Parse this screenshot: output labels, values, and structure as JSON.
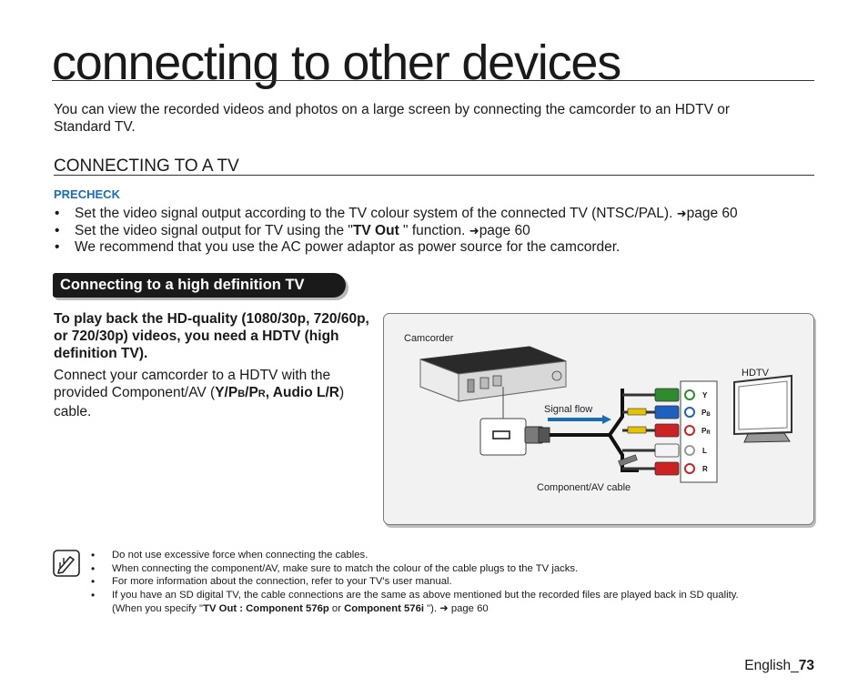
{
  "page": {
    "title": "connecting to other devices",
    "intro": "You can view the recorded videos and photos on a large screen by connecting the camcorder to an HDTV or Standard TV.",
    "section_heading": "CONNECTING TO A TV",
    "precheck_label": "PRECHECK"
  },
  "precheck_items": [
    {
      "text": "Set the video signal output according to the TV colour system of the connected TV (NTSC/PAL).",
      "page_ref": "page 60"
    },
    {
      "text_before": "Set the video signal output for TV using the \"",
      "bold": "TV Out",
      "text_after": " \" function.",
      "page_ref": "page 60"
    },
    {
      "text": "We recommend that you use the AC power adaptor as power source for the camcorder."
    }
  ],
  "hd_section": {
    "badge": "Connecting to a high definition TV",
    "intro_bold": "To play back the HD-quality (1080/30p, 720/60p, or 720/30p) videos, you need a HDTV (high definition TV).",
    "body_before": "Connect your camcorder to a HDTV with the provided Component/AV (",
    "body_bold_y": "Y/P",
    "body_bold_b": "B",
    "body_bold_sep": "/P",
    "body_bold_r": "R",
    "body_bold_audio": ", Audio L/R",
    "body_after": ") cable."
  },
  "diagram": {
    "camcorder_label": "Camcorder",
    "hdtv_label": "HDTV",
    "signal_flow_label": "Signal flow",
    "cable_label": "Component/AV cable",
    "jacks": {
      "y": "Y",
      "pb": "P",
      "pb_sub": "B",
      "pr": "P",
      "pr_sub": "R",
      "l": "L",
      "r": "R"
    },
    "plug_colors": {
      "y": "#2e8b2e",
      "pb": "#1f5fbf",
      "pr": "#cc2222",
      "l": "#f4f4f4",
      "r": "#cc2222"
    }
  },
  "notes": {
    "items": [
      "Do not use excessive force when connecting the cables.",
      "When connecting the component/AV, make sure to match the colour of the cable plugs to the TV jacks.",
      "For more information about the connection, refer to your TV's user manual.",
      "If you have an SD digital TV, the cable connections are the same as above mentioned but the recorded files are played back in SD quality."
    ],
    "cont_before": "(When you specify \"",
    "cont_bold_1": "TV Out : Component 576p",
    "cont_or": " or ",
    "cont_bold_2": "Component 576i",
    "cont_after": " \").",
    "cont_page_ref": "page 60"
  },
  "footer": {
    "language": "English_",
    "page_number": "73"
  }
}
